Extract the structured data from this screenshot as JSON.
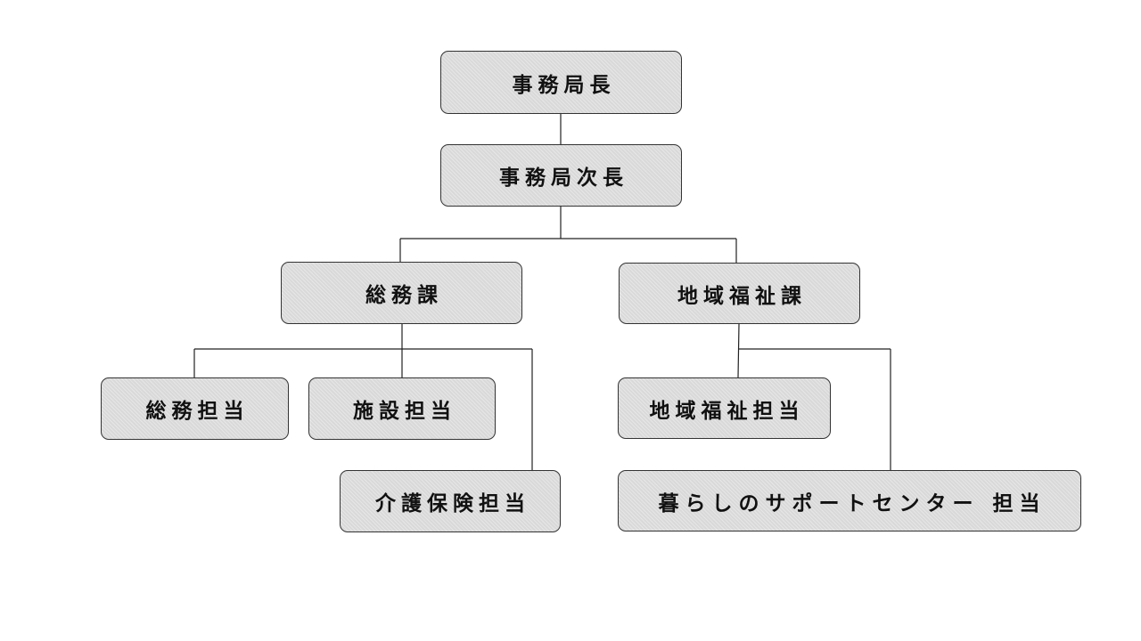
{
  "org": {
    "director": "事務局長",
    "deputy": "事務局次長",
    "general_affairs": "総務課",
    "regional_welfare": "地域福祉課",
    "general_affairs_staff": "総務担当",
    "facilities_staff": "施設担当",
    "care_insurance_staff": "介護保険担当",
    "regional_welfare_staff": "地域福祉担当",
    "living_support_staff": "暮らしのサポートセンター 担当"
  },
  "colors": {
    "box_fill": "#d9d9d9",
    "border": "#333333",
    "text": "#111111"
  }
}
